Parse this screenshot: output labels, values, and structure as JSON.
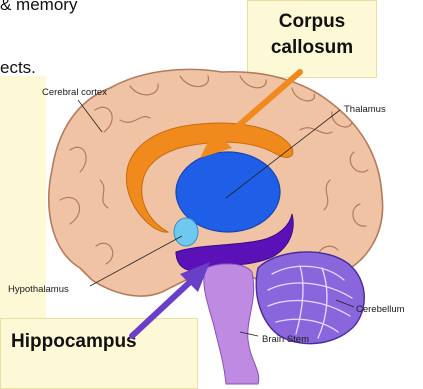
{
  "caption": {
    "line1": "& memory",
    "line2": "ects."
  },
  "callouts": {
    "corpus_callosum": [
      "Corpus",
      "callosum"
    ],
    "hippocampus": "Hippocampus"
  },
  "labels": {
    "cerebral_cortex": "Cerebral cortex",
    "thalamus": "Thalamus",
    "hypothalamus": "Hypothalamus",
    "cerebellum": "Cerebellum",
    "brain_stem": "Brain Stem"
  },
  "colors": {
    "cortex": "#f1c3a5",
    "corpus_callosum": "#f08a1d",
    "thalamus": "#1f5ee6",
    "hypothalamus": "#6fc8f0",
    "hippocampus": "#5a12b8",
    "cerebellum": "#8a66dc",
    "brain_stem": "#bf8ae2",
    "arrow": "#6a3fc8"
  }
}
